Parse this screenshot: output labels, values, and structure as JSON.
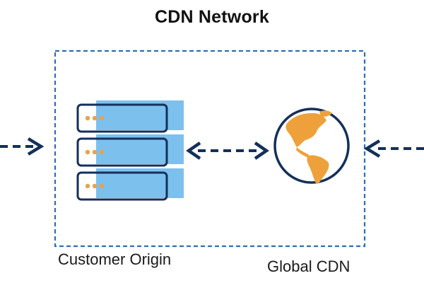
{
  "diagram": {
    "title": "CDN Network",
    "labels": {
      "origin": "Customer Origin",
      "global": "Global CDN"
    },
    "nodes": [
      {
        "id": "origin",
        "icon": "server-stack-icon"
      },
      {
        "id": "global",
        "icon": "globe-icon"
      }
    ],
    "edges": [
      {
        "from": "external-left",
        "to": "network",
        "direction": "in"
      },
      {
        "from": "origin",
        "to": "global",
        "direction": "bidirectional"
      },
      {
        "from": "external-right",
        "to": "network",
        "direction": "in"
      }
    ],
    "colors": {
      "navy": "#14305a",
      "frame": "#2f6fb3",
      "server_fill": "#7cc0ee",
      "globe_land": "#eea13a",
      "leds": "#eaa24a"
    }
  }
}
